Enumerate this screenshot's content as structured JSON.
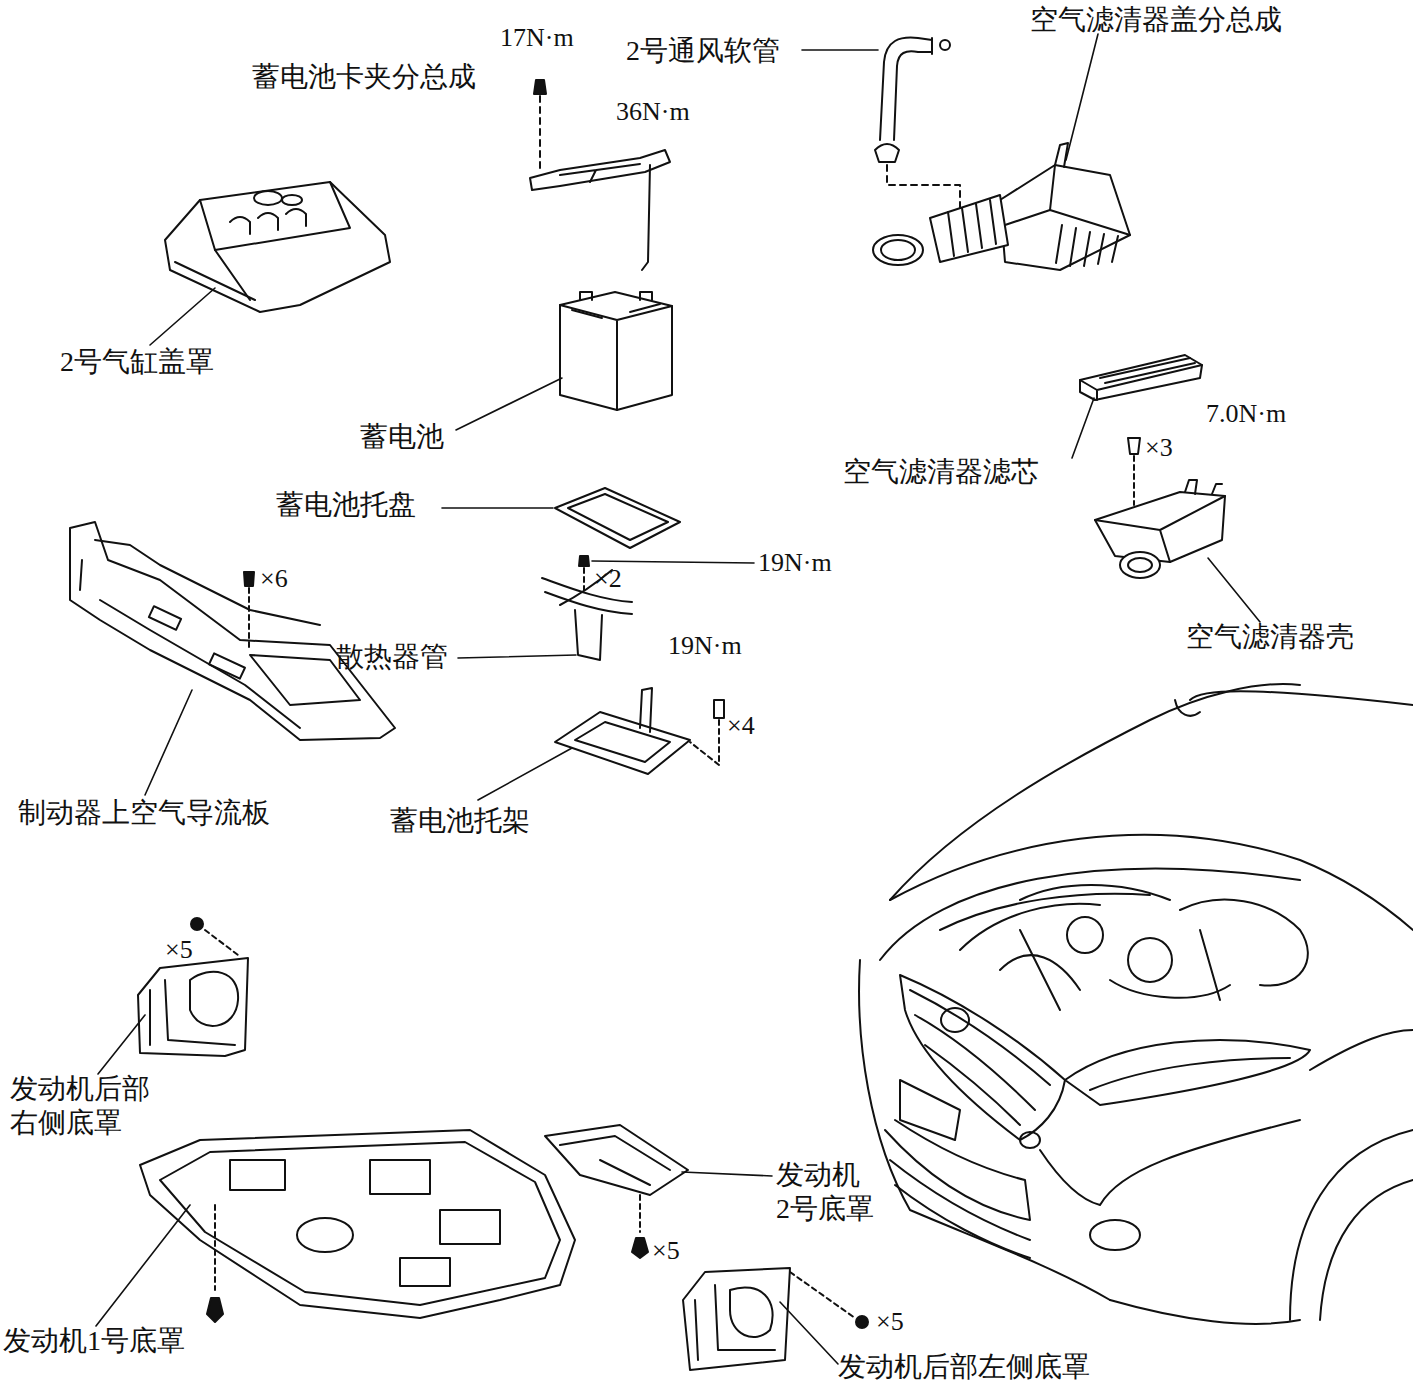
{
  "diagram": {
    "labels": [
      "17N·m",
      "蓄电池卡夹分总成",
      "36N·m",
      "2号通风软管",
      "空气滤清器盖分总成",
      "2号气缸盖罩",
      "蓄电池",
      "空气滤清器滤芯",
      "7.0N·m",
      "×3",
      "蓄电池托盘",
      "×6",
      "19N·m",
      "×2",
      "散热器管",
      "空气滤清器壳",
      "19N·m",
      "×4",
      "制动器上空气导流板",
      "蓄电池托架",
      "×5",
      "发动机后部 右侧底罩",
      "发动机 2号底罩",
      "×5",
      "发动机1号底罩",
      "×5",
      "发动机后部左侧底罩"
    ]
  }
}
